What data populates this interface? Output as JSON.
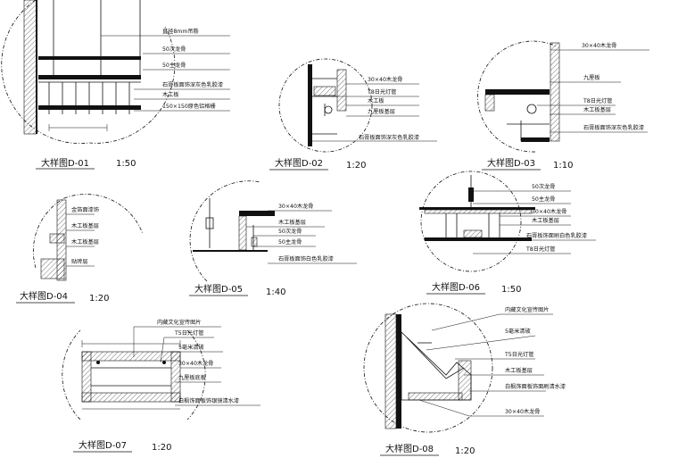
{
  "details": [
    {
      "title": "大样图D-01",
      "scale": "1:50",
      "callouts": [
        "直径8mm吊筋",
        "50次龙骨",
        "50主龙骨",
        "石膏板面饰深灰色乳胶漆",
        "木工板",
        "150×150原色铝格栅"
      ]
    },
    {
      "title": "大样图D-02",
      "scale": "1:20",
      "callouts": [
        "30×40木龙骨",
        "T8日光灯管",
        "木工板",
        "九厘板基层",
        "石膏板面饰深灰色乳胶漆"
      ]
    },
    {
      "title": "大样图D-03",
      "scale": "1:10",
      "callouts": [
        "30×40木龙骨",
        "九厘板",
        "T8日光灯管",
        "木工板基层",
        "石膏板面饰深灰色乳胶漆"
      ]
    },
    {
      "title": "大样图D-04",
      "scale": "1:20",
      "callouts": [
        "金箔面漆饰",
        "木工板基层",
        "木工板基层",
        "贴砖层"
      ]
    },
    {
      "title": "大样图D-05",
      "scale": "1:40",
      "callouts": [
        "30×40木龙骨",
        "木工板基层",
        "50次龙骨",
        "50主龙骨",
        "石膏板面饰白色乳胶漆"
      ]
    },
    {
      "title": "大样图D-06",
      "scale": "1:50",
      "callouts": [
        "50次龙骨",
        "50主龙骨",
        "30×40木龙骨",
        "木工板基层",
        "石膏板饰面刷白色乳胶漆",
        "T8日光灯管"
      ]
    },
    {
      "title": "大样图D-07",
      "scale": "1:20",
      "callouts": [
        "内藏文化宣传图片",
        "T5日光灯管",
        "5毫米清玻",
        "30×40木龙骨",
        "九厘板底板",
        "白枫饰面板饰银镜清水漆"
      ]
    },
    {
      "title": "大样图D-08",
      "scale": "1:20",
      "callouts": [
        "内藏文化宣传图片",
        "5毫米清玻",
        "T5日光灯管",
        "木工板基层",
        "白枫饰面板饰面刷清水漆",
        "30×40木龙骨"
      ]
    }
  ]
}
